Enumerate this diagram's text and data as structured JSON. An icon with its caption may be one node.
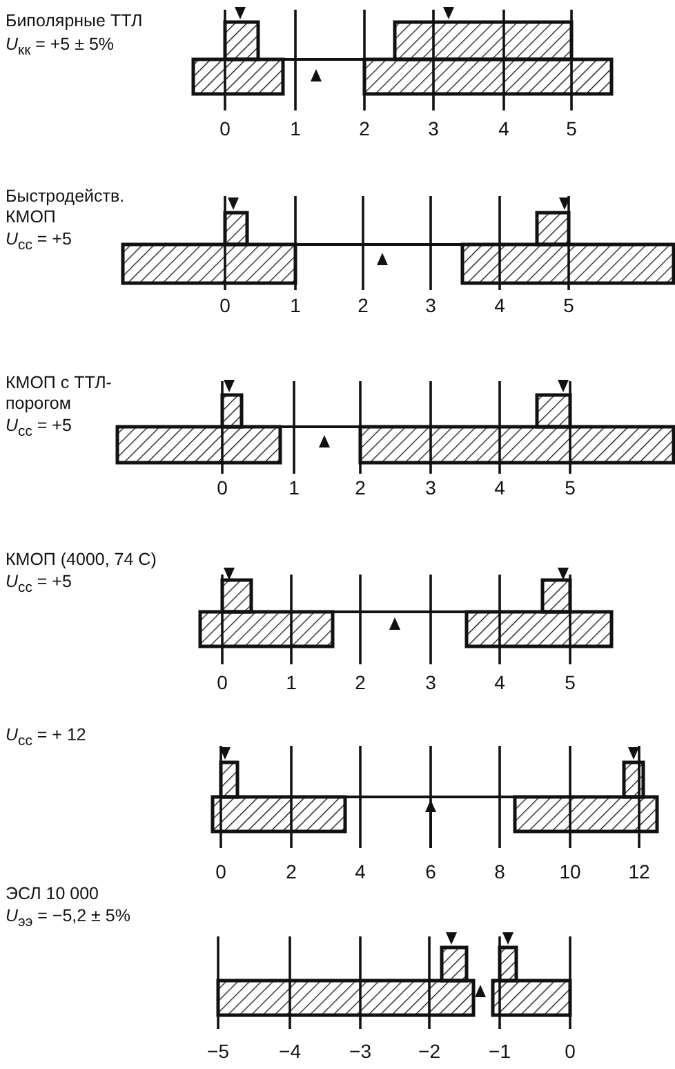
{
  "diagram": {
    "labels": [
      "Биполярные ТТЛ",
      "*U*$_{кк}$ = +5 ± 5%",
      "0",
      "1",
      "2",
      "3",
      "4",
      "5",
      "Быстродейств. КМОП",
      "*U*$_{сс}$ = +5",
      "0",
      "1",
      "2",
      "3",
      "4",
      "5",
      "КМОП с ТТЛ-порогом",
      "*U*$_{сс}$ = +5",
      "0",
      "1",
      "2",
      "3",
      "4",
      "5",
      "КМОП (4000, 74 С)",
      "*U*$_{сс}$ = +5",
      "0",
      "1",
      "2",
      "3",
      "4",
      "5",
      "*U*$_{сс}$ = + 12",
      "0",
      "2",
      "4",
      "6",
      "8",
      "10",
      "12",
      "ЭСЛ 10 000",
      "*U*$_{ээ}$ = −5,2 ± 5%",
      "−5",
      "−4",
      "−3",
      "−2",
      "−1",
      "0"
    ]
  }
}
